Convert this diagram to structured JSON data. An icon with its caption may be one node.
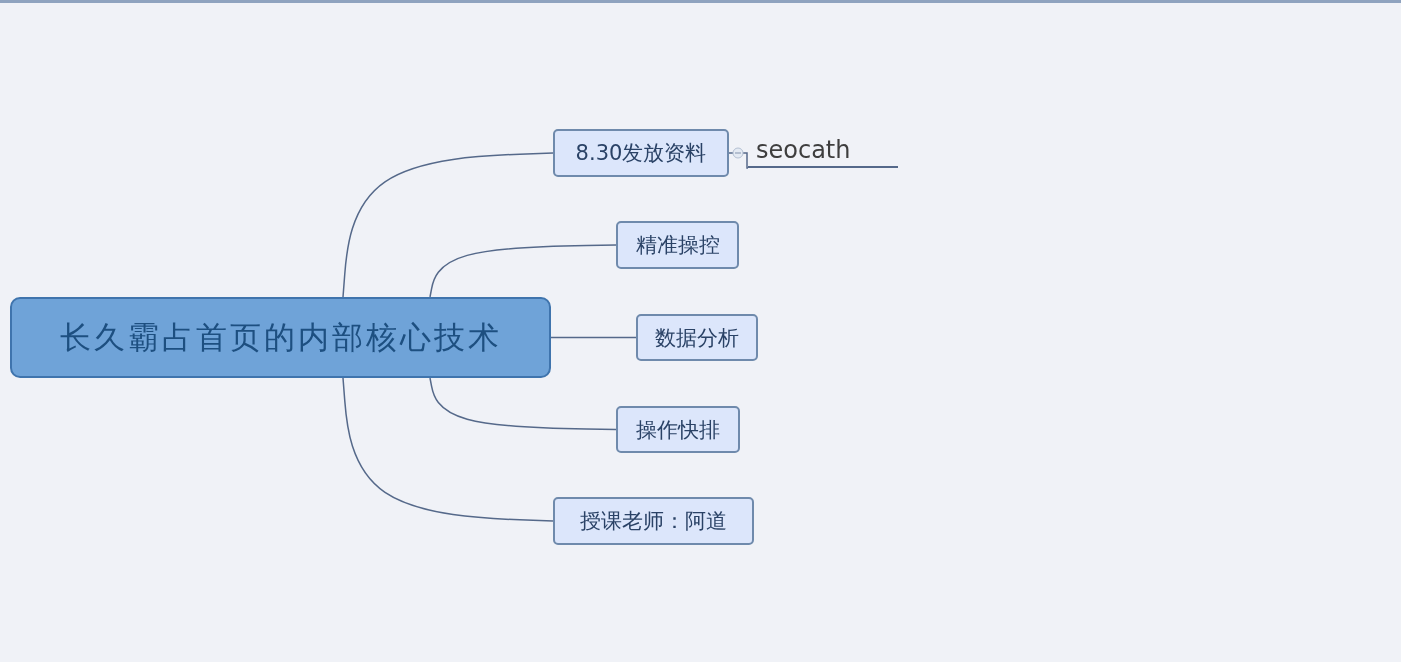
{
  "diagram": {
    "nodes": [
      {
        "text": [
          "长久霸占首页的内部核心技术"
        ]
      },
      {
        "text": [
          "8.30发放资料"
        ]
      },
      {
        "text": [
          "精准操控"
        ]
      },
      {
        "text": [
          "数据分析"
        ]
      },
      {
        "text": [
          "操作快排"
        ]
      },
      {
        "text": [
          "授课老师：阿道"
        ]
      },
      {
        "text": [
          "seocath"
        ]
      }
    ],
    "edges": [
      {
        "from": 0,
        "to": 1,
        "arrow": "none"
      },
      {
        "from": 0,
        "to": 2,
        "arrow": "none"
      },
      {
        "from": 0,
        "to": 3,
        "arrow": "none"
      },
      {
        "from": 0,
        "to": 4,
        "arrow": "none"
      },
      {
        "from": 0,
        "to": 5,
        "arrow": "none"
      },
      {
        "from": 1,
        "to": 6,
        "arrow": "none"
      }
    ]
  }
}
